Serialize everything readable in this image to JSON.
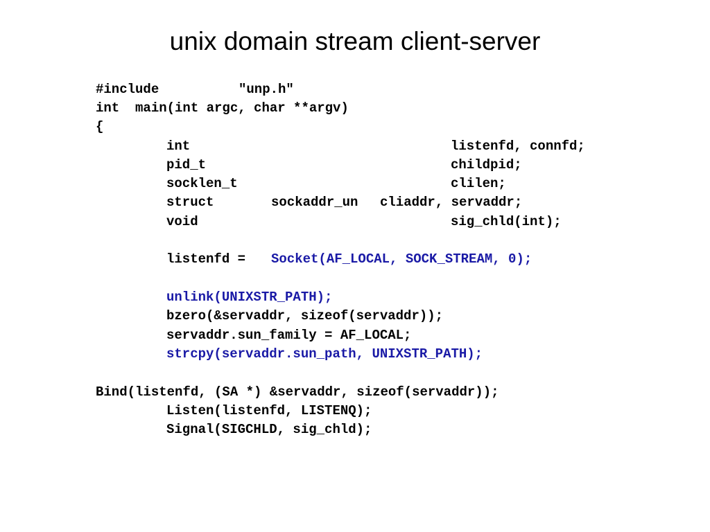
{
  "slide": {
    "title": "unix domain stream client-server"
  },
  "colors": {
    "text": "#000000",
    "highlight": "#1a1aa6",
    "background": "#ffffff"
  },
  "code": {
    "include_directive": "#include",
    "include_file": "\"unp.h\"",
    "main_signature": "int  main(int argc, char **argv)",
    "open_brace": "{",
    "decl_int_type": "int",
    "decl_int_names": "listenfd, connfd;",
    "decl_pid_type": "pid_t",
    "decl_pid_names": "childpid;",
    "decl_socklen_type": "socklen_t",
    "decl_socklen_names": "clilen;",
    "decl_struct_keyword": "struct",
    "decl_struct_type": "sockaddr_un",
    "decl_struct_names": "cliaddr, servaddr;",
    "decl_void_type": "void",
    "decl_void_names": "sig_chld(int);",
    "listen_assign": "listenfd = ",
    "socket_call": "Socket(AF_LOCAL, SOCK_STREAM, 0);",
    "unlink_call": "unlink(UNIXSTR_PATH);",
    "bzero_call": "bzero(&servaddr, sizeof(servaddr));",
    "family_assign": "servaddr.sun_family = AF_LOCAL;",
    "strcpy_call": "strcpy(servaddr.sun_path, UNIXSTR_PATH);",
    "bind_call": "Bind(listenfd, (SA *) &servaddr, sizeof(servaddr));",
    "listen_call": "Listen(listenfd, LISTENQ);",
    "signal_call": "Signal(SIGCHLD, sig_chld);"
  }
}
